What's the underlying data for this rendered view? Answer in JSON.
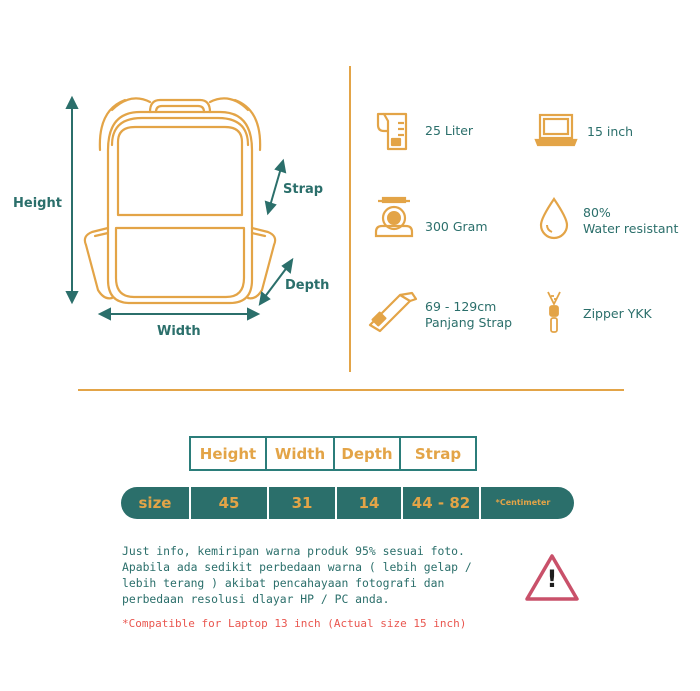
{
  "dimension_labels": {
    "height": "Height",
    "width": "Width",
    "depth": "Depth",
    "strap": "Strap"
  },
  "features": {
    "capacity": "25 Liter",
    "laptop": "15 inch",
    "weight": "300 Gram",
    "water_line1": "80%",
    "water_line2": "Water resistant",
    "strap_line1": "69 - 129cm",
    "strap_line2": "Panjang Strap",
    "zipper": "Zipper YKK"
  },
  "size_table": {
    "headers": [
      "Height",
      "Width",
      "Depth",
      "Strap"
    ],
    "row_label": "size",
    "values": [
      "45",
      "31",
      "14",
      "44 - 82"
    ],
    "unit_note": "*Centimeter"
  },
  "note_lines": [
    "Just info, kemiripan warna produk 95% sesuai foto.",
    "Apabila ada sedikit perbedaan warna ( lebih gelap /",
    "lebih terang ) akibat pencahayaan fotografi dan",
    "perbedaan resolusi dlayar HP / PC anda."
  ],
  "compat_note": "*Compatible for Laptop 13 inch (Actual size 15 inch)",
  "warning_symbol": "!",
  "colors": {
    "teal": "#2b6f6b",
    "gold": "#e3a447",
    "red": "#e9564f",
    "warn": "#c9516a"
  }
}
